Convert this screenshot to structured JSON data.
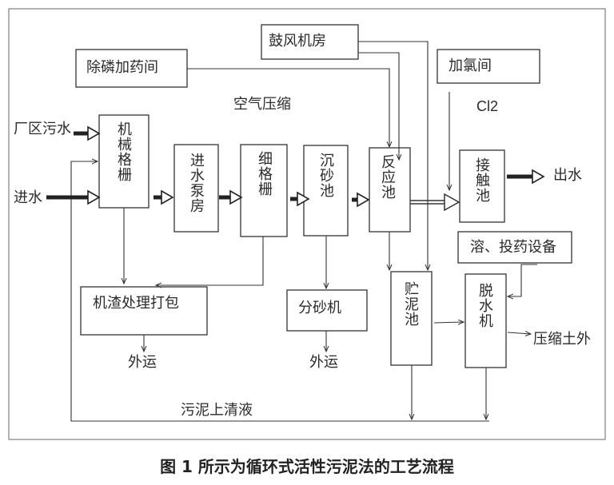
{
  "caption": "图 1  所示为循环式活性污泥法的工艺流程",
  "boxes": {
    "blower": "鼓风机房",
    "phos": "除磷加药间",
    "chlorine": "加氯间",
    "screen": "机械格栅",
    "pump": "进水泵房",
    "fine": "细格栅",
    "grit": "沉砂池",
    "reactor": "反应池",
    "contact": "接触池",
    "dosing": "溶、投药设备",
    "sludge_tank": "贮泥池",
    "dewater": "脱水机",
    "residue": "机渣处理打包",
    "sand_sep": "分砂机"
  },
  "labels": {
    "air": "空气压缩",
    "cl2": "Cl2",
    "plant_sewage": "厂区污水",
    "inflow": "进水",
    "outflow": "出水",
    "haul1": "外运",
    "haul2": "外运",
    "compress": "压缩土外",
    "supernatant": "污泥上清液"
  }
}
